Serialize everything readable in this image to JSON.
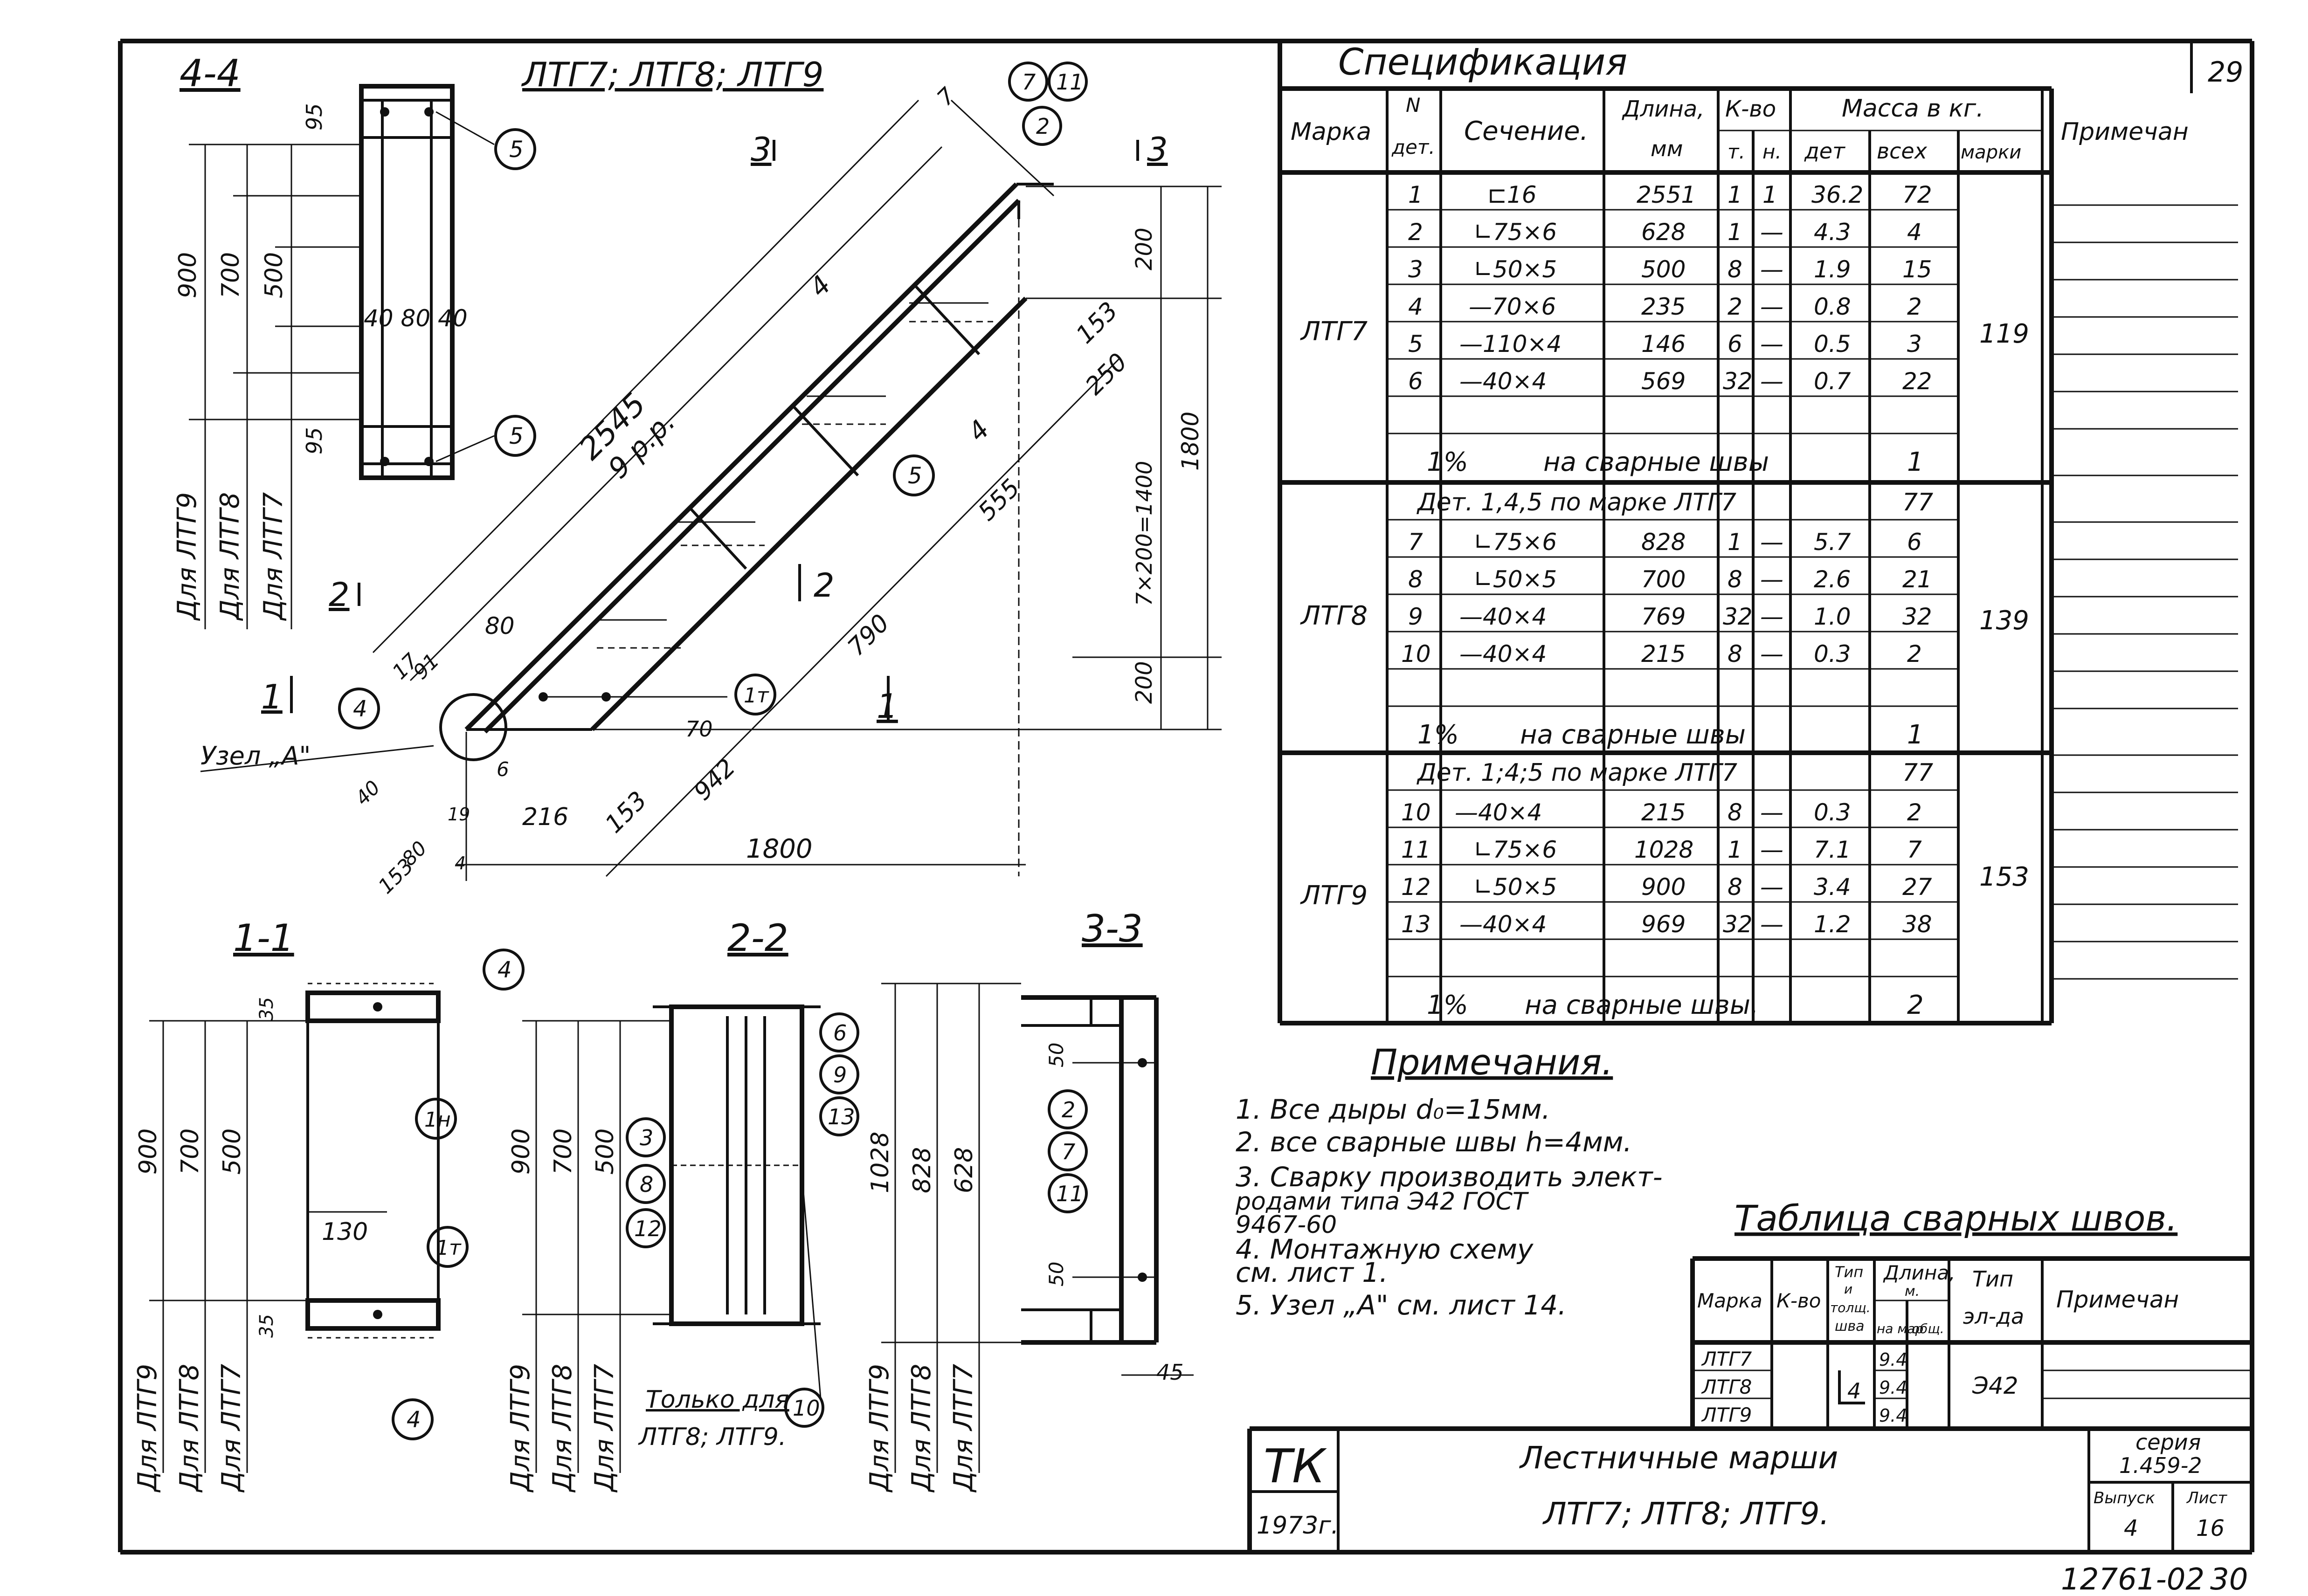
{
  "sheet": {
    "number": "29",
    "inventory": "12761-02",
    "page": "30"
  },
  "views": {
    "section_44": "4-4",
    "main_title": "ЛТГ7; ЛТГ8; ЛТГ9",
    "section_11": "1-1",
    "section_22": "2-2",
    "section_33": "3-3",
    "node_label": "Узел „А\""
  },
  "callouts": [
    "5",
    "5",
    "7",
    "11",
    "2",
    "5",
    "4",
    "1т",
    "4",
    "1н",
    "1т",
    "4",
    "3",
    "8",
    "12",
    "6",
    "9",
    "13",
    "2",
    "7",
    "11",
    "10"
  ],
  "dims": {
    "d2545": "2545",
    "d9pr": "9 р.р.",
    "d7": "7",
    "d153a": "153",
    "d250": "250",
    "d555": "555",
    "d790": "790",
    "d80": "80",
    "d91": "91",
    "d17": "17",
    "d942": "942",
    "d216": "216",
    "d153b": "153",
    "d70": "70",
    "d6": "6",
    "d40": "40",
    "d80b": "80",
    "d19": "19",
    "d4": "4",
    "d153c": "153",
    "d1800h": "1800",
    "d200a": "200",
    "d7x200": "7×200=1400",
    "d200b": "200",
    "d1800v": "1800",
    "s44_95a": "95",
    "s44_95b": "95",
    "s44_900": "900",
    "s44_700": "700",
    "s44_500": "500",
    "s44_408040": "40 80 40",
    "s11_35a": "35",
    "s11_35b": "35",
    "s11_900": "900",
    "s11_700": "700",
    "s11_500": "500",
    "s11_130": "130",
    "s22_900": "900",
    "s22_700": "700",
    "s22_500": "500",
    "s33_1028": "1028",
    "s33_828": "828",
    "s33_628": "628",
    "s33_50a": "50",
    "s33_50b": "50",
    "s33_45": "45"
  },
  "section_marks": {
    "m3a": "3",
    "m3b": "3",
    "m2a": "2",
    "m2b": "2",
    "m1a": "1",
    "m1b": "1",
    "m4a": "4",
    "m4b": "4"
  },
  "for_labels": {
    "s44": [
      "Для ЛТГ9",
      "Для ЛТГ8",
      "Для ЛТГ7"
    ],
    "s11": [
      "Для ЛТГ9",
      "Для ЛТГ8",
      "Для ЛТГ7"
    ],
    "s22": [
      "Для ЛТГ9",
      "Для ЛТГ8",
      "Для ЛТГ7"
    ],
    "s33": [
      "Для ЛТГ9",
      "Для ЛТГ8",
      "Для ЛТГ7"
    ]
  },
  "only_note": {
    "line1": "Только для",
    "line2": "ЛТГ8; ЛТГ9."
  },
  "spec": {
    "title": "Спецификация",
    "headers": {
      "mark": "Марка",
      "n1": "N",
      "n2": "дет.",
      "section": "Сечение.",
      "length": "Длина,",
      "mm": "мм",
      "qty": "К-во",
      "t": "т.",
      "n": "н.",
      "mass": "Масса в кг.",
      "det": "дет",
      "all": "всех",
      "marki": "марки",
      "note": "Примечан"
    },
    "groups": [
      {
        "mark": "ЛТГ7",
        "total": "119",
        "rows": [
          [
            "1",
            "⊏16",
            "2551",
            "1",
            "1",
            "36.2",
            "72"
          ],
          [
            "2",
            "∟75×6",
            "628",
            "1",
            "—",
            "4.3",
            "4"
          ],
          [
            "3",
            "∟50×5",
            "500",
            "8",
            "—",
            "1.9",
            "15"
          ],
          [
            "4",
            "—70×6",
            "235",
            "2",
            "—",
            "0.8",
            "2"
          ],
          [
            "5",
            "—110×4",
            "146",
            "6",
            "—",
            "0.5",
            "3"
          ],
          [
            "6",
            "—40×4",
            "569",
            "32",
            "—",
            "0.7",
            "22"
          ]
        ],
        "weld": {
          "pct": "1%",
          "text": "на сварные швы",
          "val": "1"
        }
      },
      {
        "mark": "ЛТГ8",
        "total": "139",
        "ref": {
          "text": "Дет. 1,4,5 по марке ЛТГ7",
          "val": "77"
        },
        "rows": [
          [
            "7",
            "∟75×6",
            "828",
            "1",
            "—",
            "5.7",
            "6"
          ],
          [
            "8",
            "∟50×5",
            "700",
            "8",
            "—",
            "2.6",
            "21"
          ],
          [
            "9",
            "—40×4",
            "769",
            "32",
            "—",
            "1.0",
            "32"
          ],
          [
            "10",
            "—40×4",
            "215",
            "8",
            "—",
            "0.3",
            "2"
          ]
        ],
        "weld": {
          "pct": "1%",
          "text": "на сварные швы",
          "val": "1"
        }
      },
      {
        "mark": "ЛТГ9",
        "total": "153",
        "ref": {
          "text": "Дет. 1;4;5 по марке ЛТГ7",
          "val": "77"
        },
        "rows": [
          [
            "10",
            "—40×4",
            "215",
            "8",
            "—",
            "0.3",
            "2"
          ],
          [
            "11",
            "∟75×6",
            "1028",
            "1",
            "—",
            "7.1",
            "7"
          ],
          [
            "12",
            "∟50×5",
            "900",
            "8",
            "—",
            "3.4",
            "27"
          ],
          [
            "13",
            "—40×4",
            "969",
            "32",
            "—",
            "1.2",
            "38"
          ]
        ],
        "weld": {
          "pct": "1%",
          "text": "на сварные швы.",
          "val": "2"
        }
      }
    ]
  },
  "notes": {
    "title": "Примечания.",
    "items": [
      "1.  Все дыры d₀=15мм.",
      "2.  все сварные швы h=4мм.",
      "3.  Сварку производить элект-",
      "     родами типа Э42 ГОСТ",
      "     9467-60",
      "4.  Монтажную схему",
      "     см. лист 1.",
      "5.  Узел „А\" см. лист 14."
    ]
  },
  "welds": {
    "title": "Таблица сварных швов.",
    "headers": {
      "mark": "Марка",
      "qty": "К-во",
      "type1": "Тип",
      "type2": "и",
      "type3": "толщ.",
      "type4": "шва",
      "len": "Длина,",
      "len_m": "м.",
      "on_mark": "на мар",
      "total": "общ.",
      "el1": "Тип",
      "el2": "эл-да",
      "note": "Примечан"
    },
    "rows": [
      {
        "mark": "ЛТГ7",
        "len": "9.4"
      },
      {
        "mark": "ЛТГ8",
        "len": "9.4"
      },
      {
        "mark": "ЛТГ9",
        "len": "9.4"
      }
    ],
    "type_symbol": "4",
    "electrode": "Э42"
  },
  "stamp": {
    "org": "ТК",
    "year": "1973г.",
    "title1": "Лестничные марши",
    "title2": "ЛТГ7; ЛТГ8; ЛТГ9.",
    "series_label": "серия",
    "series": "1.459-2",
    "issue_label": "Выпуск",
    "issue": "4",
    "sheet_label": "Лист",
    "sheet": "16"
  }
}
